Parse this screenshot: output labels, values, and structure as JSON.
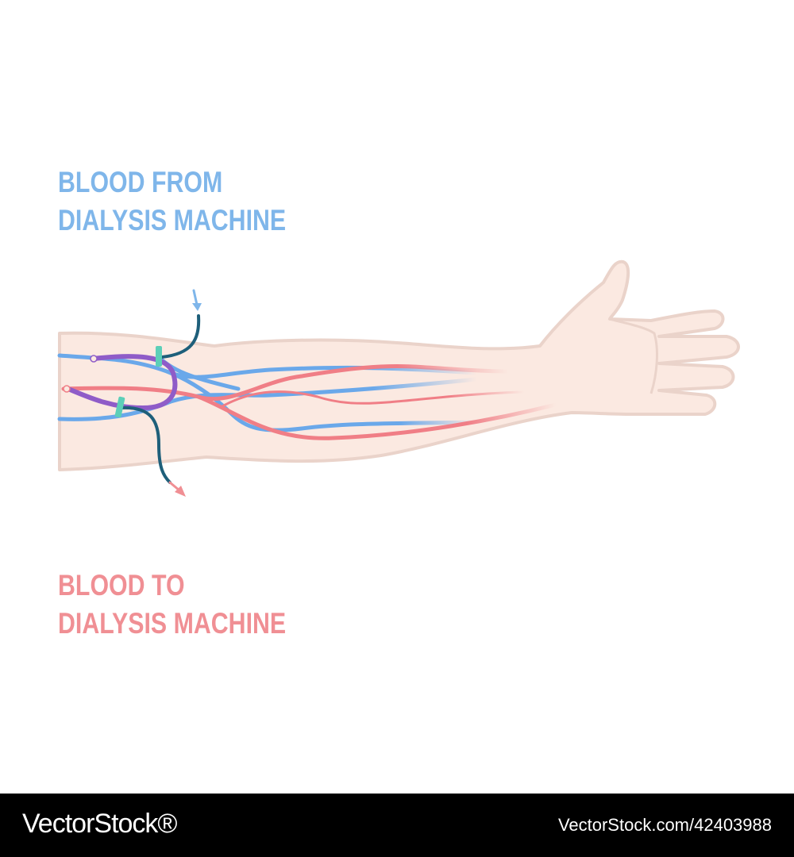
{
  "labels": {
    "from_line1": "BLOOD FROM",
    "from_line2": "DIALYSIS MACHINE",
    "to_line1": "BLOOD TO",
    "to_line2": "DIALYSIS MACHINE"
  },
  "colors": {
    "from_text": "#7fb6ea",
    "to_text": "#f08f94",
    "skin": "#fbe9e1",
    "skin_outline": "#ead3ca",
    "vein": "#6aa8ea",
    "artery": "#f07e86",
    "fistula": "#8f5cc8",
    "clamp": "#5ccfb8",
    "tube": "#1e5f7a"
  },
  "footer": {
    "brand": "VectorStock®",
    "image_id": "VectorStock.com/42403988"
  }
}
